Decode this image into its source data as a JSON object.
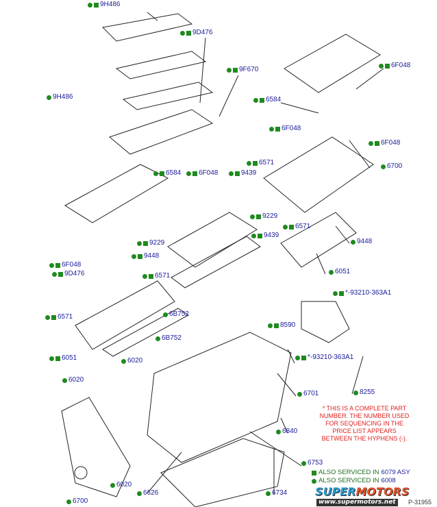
{
  "labels": [
    {
      "text": "9H486",
      "dot": true,
      "square": true
    },
    {
      "text": "9D476",
      "dot": true,
      "square": true
    },
    {
      "text": "9F670",
      "dot": true,
      "square": true
    },
    {
      "text": "6F048",
      "dot": true,
      "square": true
    },
    {
      "text": "9H486",
      "dot": true,
      "square": false
    },
    {
      "text": "6584",
      "dot": true,
      "square": true
    },
    {
      "text": "6F048",
      "dot": true,
      "square": true
    },
    {
      "text": "6F048",
      "dot": true,
      "square": true
    },
    {
      "text": "6571",
      "dot": true,
      "square": true
    },
    {
      "text": "6700",
      "dot": true,
      "square": false
    },
    {
      "text": "6584",
      "dot": true,
      "square": true
    },
    {
      "text": "6F048",
      "dot": true,
      "square": true
    },
    {
      "text": "9439",
      "dot": true,
      "square": true
    },
    {
      "text": "9229",
      "dot": true,
      "square": true
    },
    {
      "text": "6571",
      "dot": true,
      "square": true
    },
    {
      "text": "9448",
      "dot": true,
      "square": false
    },
    {
      "text": "9229",
      "dot": true,
      "square": true
    },
    {
      "text": "9439",
      "dot": true,
      "square": true
    },
    {
      "text": "6F048",
      "dot": true,
      "square": true
    },
    {
      "text": "9D476",
      "dot": true,
      "square": true
    },
    {
      "text": "9448",
      "dot": true,
      "square": true
    },
    {
      "text": "6571",
      "dot": true,
      "square": true
    },
    {
      "text": "6051",
      "dot": true,
      "square": false
    },
    {
      "text": "*-93210-363A1",
      "dot": true,
      "square": true
    },
    {
      "text": "6B752",
      "dot": true,
      "square": false
    },
    {
      "text": "6571",
      "dot": true,
      "square": true
    },
    {
      "text": "8590",
      "dot": true,
      "square": true
    },
    {
      "text": "6B752",
      "dot": true,
      "square": false
    },
    {
      "text": "6051",
      "dot": true,
      "square": true
    },
    {
      "text": "6020",
      "dot": true,
      "square": false
    },
    {
      "text": "*-93210-363A1",
      "dot": true,
      "square": true
    },
    {
      "text": "6020",
      "dot": true,
      "square": false
    },
    {
      "text": "6701",
      "dot": true,
      "square": false
    },
    {
      "text": "8255",
      "dot": true,
      "square": false
    },
    {
      "text": "6840",
      "dot": true,
      "square": false
    },
    {
      "text": "6753",
      "dot": true,
      "square": false
    },
    {
      "text": "6020",
      "dot": true,
      "square": false
    },
    {
      "text": "6626",
      "dot": true,
      "square": false
    },
    {
      "text": "6734",
      "dot": true,
      "square": false
    },
    {
      "text": "6700",
      "dot": true,
      "square": false
    }
  ],
  "note": "* THIS IS A COMPLETE PART NUMBER. THE NUMBER USED FOR SEQUENCING IN THE PRICE LIST APPEARS BETWEEN THE HYPHENS (-).",
  "legend": {
    "square_text": "ALSO SERVICED IN",
    "square_part": "6079 ASY",
    "dot_text": "ALSO SERVICED IN",
    "dot_part": "6008"
  },
  "watermark": {
    "brand_a": "SUPER",
    "brand_b": "MOTORS",
    "url": "www.supermotors.net"
  },
  "figure_number": "P-31955",
  "colors": {
    "marker": "#1f8a1f",
    "part_number": "#1a1a9a",
    "note": "#e02020"
  }
}
